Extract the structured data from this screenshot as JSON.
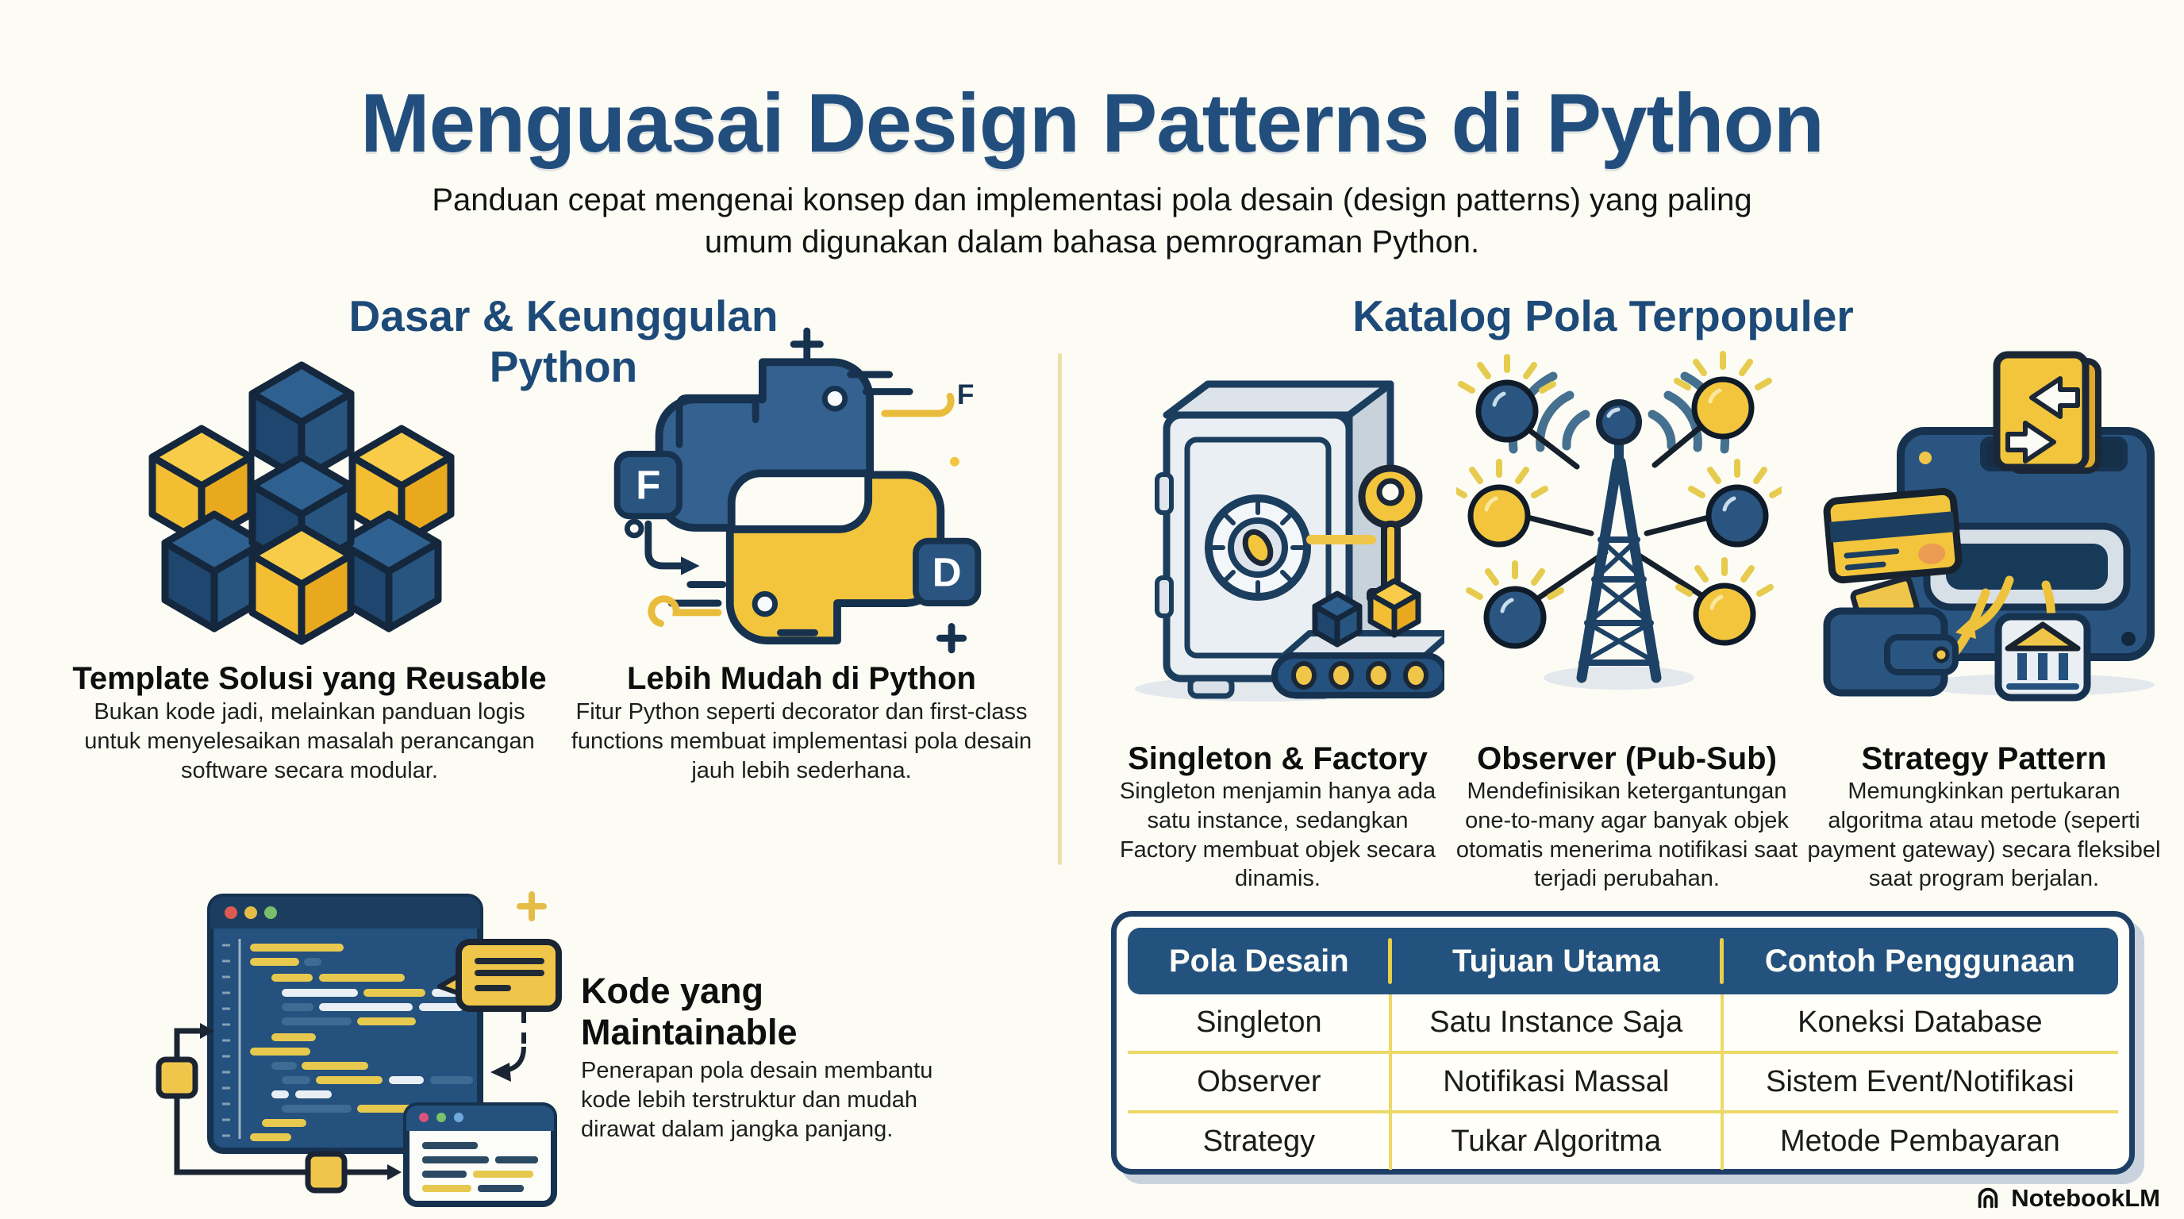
{
  "page": {
    "title": "Menguasai Design Patterns di Python",
    "subtitle": "Panduan cepat mengenai konsep dan implementasi pola desain (design patterns) yang paling umum digunakan dalam bahasa pemrograman Python.",
    "watermark": "NotebookLM"
  },
  "left": {
    "heading": "Dasar & Keunggulan Python",
    "cards": [
      {
        "icon": "cubes-illustration",
        "title": "Template Solusi yang Reusable",
        "body": "Bukan kode jadi, melainkan panduan logis untuk menyelesaikan masalah perancangan software secara modular."
      },
      {
        "icon": "python-logo-illustration",
        "title": "Lebih Mudah di Python",
        "body": "Fitur Python seperti decorator dan first-class functions membuat implementasi pola desain jauh lebih sederhana."
      },
      {
        "icon": "code-editor-illustration",
        "title": "Kode yang Maintainable",
        "body": "Penerapan pola desain membantu kode lebih terstruktur dan mudah dirawat dalam jangka panjang."
      }
    ]
  },
  "right": {
    "heading": "Katalog Pola Terpopuler",
    "cards": [
      {
        "icon": "vault-key-illustration",
        "title": "Singleton & Factory",
        "body": "Singleton menjamin hanya ada satu instance, sedangkan Factory membuat objek secara dinamis."
      },
      {
        "icon": "broadcast-tower-illustration",
        "title": "Observer (Pub-Sub)",
        "body": "Mendefinisikan ketergantungan one-to-many agar banyak objek otomatis menerima notifikasi saat terjadi perubahan."
      },
      {
        "icon": "payment-machine-illustration",
        "title": "Strategy Pattern",
        "body": "Memungkinkan pertukaran algoritma atau metode (seperti payment gateway) secara fleksibel saat program berjalan."
      }
    ],
    "table": {
      "headers": [
        "Pola Desain",
        "Tujuan Utama",
        "Contoh Penggunaan"
      ],
      "rows": [
        [
          "Singleton",
          "Satu Instance Saja",
          "Koneksi Database"
        ],
        [
          "Observer",
          "Notifikasi Massal",
          "Sistem Event/Notifikasi"
        ],
        [
          "Strategy",
          "Tukar Algoritma",
          "Metode Pembayaran"
        ]
      ]
    }
  },
  "illustrations": {
    "python_f_badge": "F",
    "python_d_badge": "D",
    "python_f_small": "F"
  },
  "colors": {
    "navy": "#24527F",
    "navy_dark": "#16324F",
    "yellow": "#F2C53D",
    "heading_navy": "#1D4A78",
    "table_separator": "#E7CE4B",
    "background": "#FCFCF5"
  }
}
